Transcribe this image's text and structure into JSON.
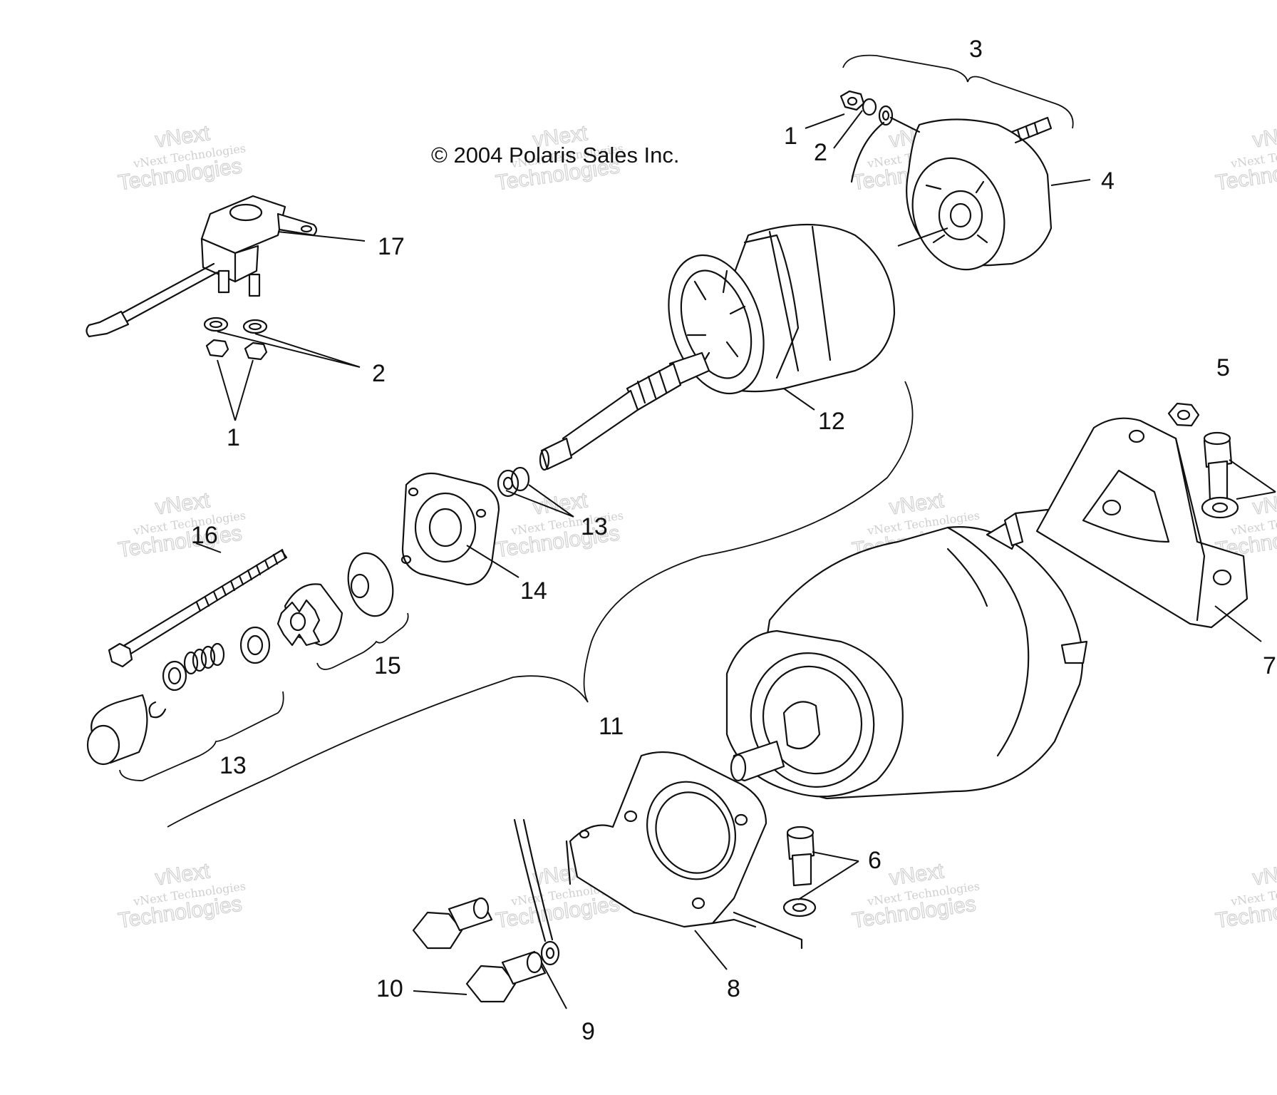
{
  "copyright": "© 2004 Polaris Sales Inc.",
  "callouts": {
    "c1_left": "1",
    "c2_left": "2",
    "c17": "17",
    "c1_top": "1",
    "c2_top": "2",
    "c3": "3",
    "c4": "4",
    "c5": "5",
    "c6": "6",
    "c7": "7",
    "c8": "8",
    "c9": "9",
    "c10": "10",
    "c11": "11",
    "c12": "12",
    "c13_upper": "13",
    "c13_lower": "13",
    "c14": "14",
    "c15": "15",
    "c16": "16"
  },
  "watermark": {
    "small": "vNext Technologies",
    "big": "Technologies",
    "top": "vNext"
  }
}
